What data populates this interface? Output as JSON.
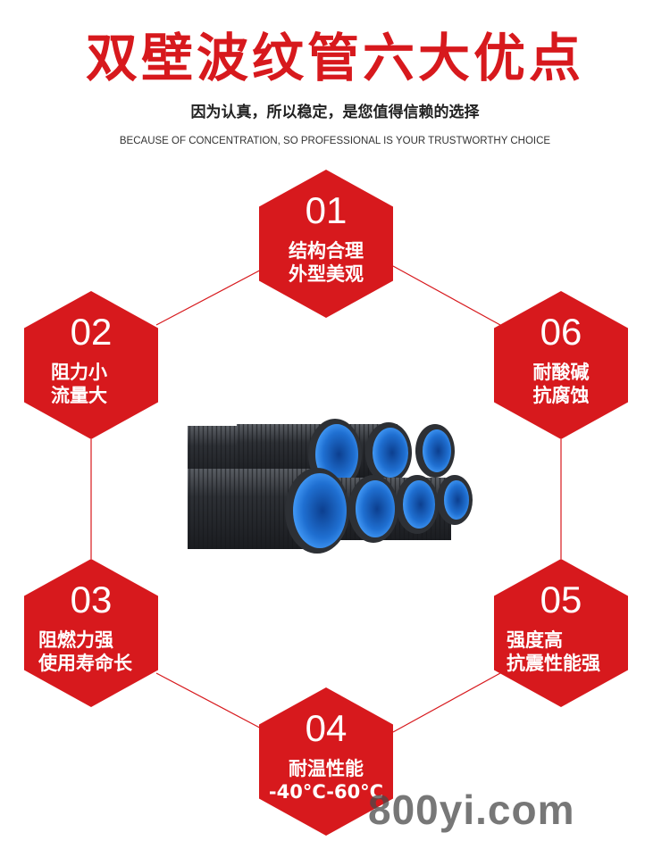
{
  "header": {
    "title": "双壁波纹管六大优点",
    "subtitle": "因为认真，所以稳定，是您值得信赖的选择",
    "subtitle_en": "BECAUSE OF CONCENTRATION, SO PROFESSIONAL IS YOUR TRUSTWORTHY CHOICE"
  },
  "advantages": [
    {
      "num": "01",
      "line1": "结构合理",
      "line2": "外型美观"
    },
    {
      "num": "02",
      "line1": "阻力小",
      "line2": "流量大"
    },
    {
      "num": "03",
      "line1": "阻燃力强",
      "line2": "使用寿命长"
    },
    {
      "num": "04",
      "line1": "耐温性能",
      "line2": "-40°C-60°C"
    },
    {
      "num": "05",
      "line1": "强度高",
      "line2": "抗震性能强"
    },
    {
      "num": "06",
      "line1": "耐酸碱",
      "line2": "抗腐蚀"
    }
  ],
  "watermark": "800yi.com",
  "colors": {
    "accent": "#d7191d",
    "pipe_outer": "#2e3136",
    "pipe_inner": "#1f6fd1"
  },
  "icons": {
    "product": "corrugated-pipes-image"
  }
}
